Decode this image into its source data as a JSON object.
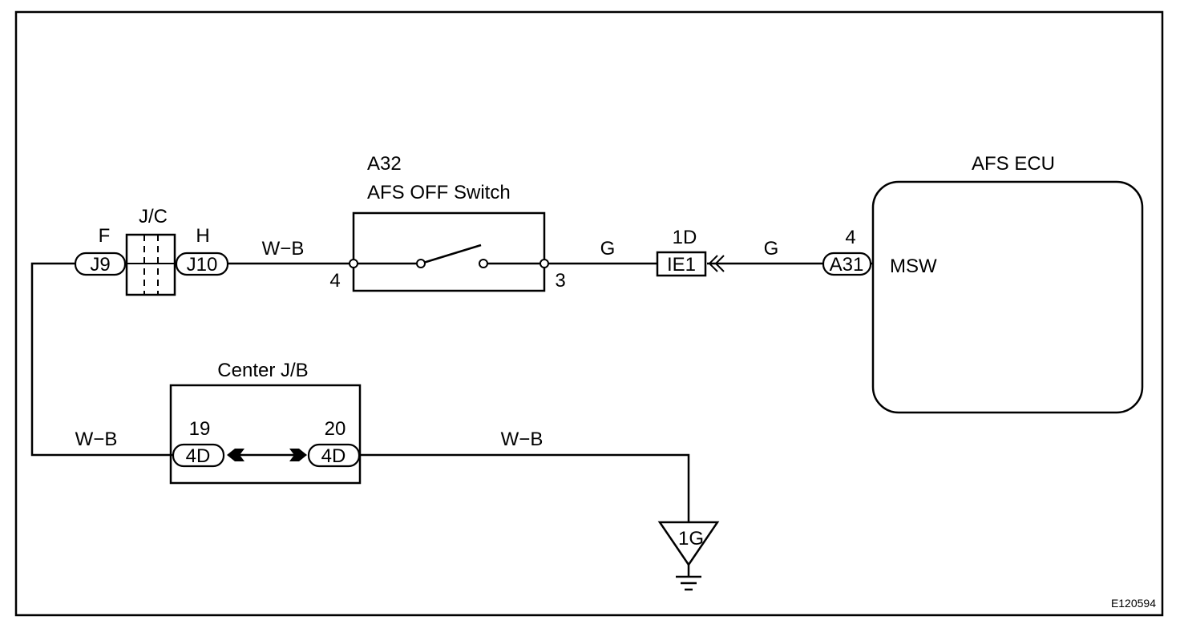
{
  "jc": {
    "name": "J/C",
    "left_pin": "F",
    "right_pin": "H",
    "left_conn": "J9",
    "right_conn": "J10"
  },
  "switch": {
    "code": "A32",
    "name": "AFS OFF Switch",
    "pin_in": "4",
    "pin_out": "3"
  },
  "junction": {
    "pin": "1D",
    "conn": "IE1"
  },
  "ecu": {
    "name": "AFS ECU",
    "pin": "4",
    "conn": "A31",
    "terminal": "MSW"
  },
  "center_jb": {
    "name": "Center J/B",
    "left_pin": "19",
    "right_pin": "20",
    "left_conn": "4D",
    "right_conn": "4D"
  },
  "ground": {
    "code": "1G"
  },
  "wires": {
    "jc_to_switch": "W−B",
    "switch_to_junction": "G",
    "junction_to_ecu": "G",
    "left_to_jb": "W−B",
    "jb_to_ground": "W−B"
  },
  "figure_id": "E120594"
}
